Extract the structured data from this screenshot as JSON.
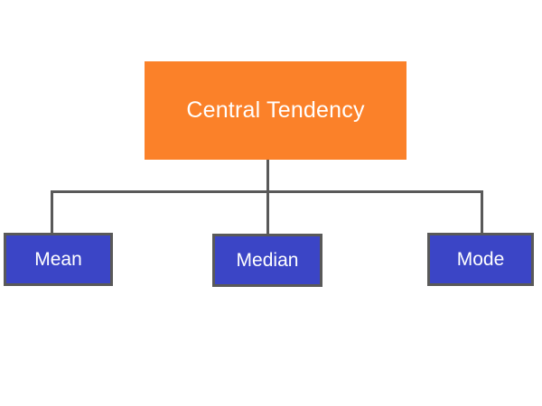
{
  "diagram": {
    "type": "hierarchy-tree",
    "title": "Central Tendency",
    "background_color": "#ffffff",
    "root": {
      "label": "Central Tendency",
      "fill_color": "#fb8129",
      "text_color": "#ffffff"
    },
    "children": [
      {
        "label": "Mean",
        "fill_color": "#3b45c6",
        "border_color": "#595959",
        "text_color": "#ffffff"
      },
      {
        "label": "Median",
        "fill_color": "#3b45c6",
        "border_color": "#595959",
        "text_color": "#ffffff"
      },
      {
        "label": "Mode",
        "fill_color": "#3b45c6",
        "border_color": "#595959",
        "text_color": "#ffffff"
      }
    ],
    "connector_color": "#595959"
  }
}
